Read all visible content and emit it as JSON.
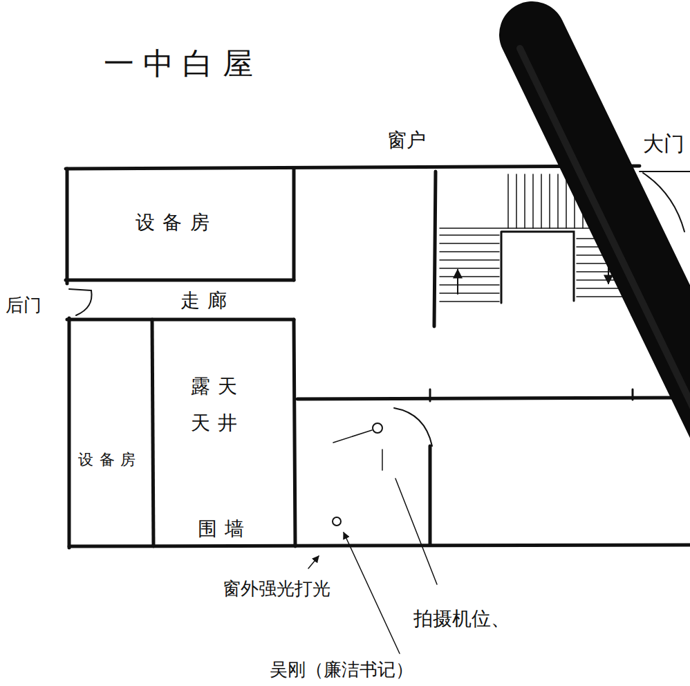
{
  "diagram": {
    "title": "一中白屋",
    "nodes": [
      {
        "text": [
          "设备房"
        ]
      },
      {
        "text": [
          "走廊"
        ]
      },
      {
        "text": [
          "露天 天井",
          "围墙"
        ]
      },
      {
        "text": [
          "设备房"
        ]
      }
    ],
    "labels": [
      "窗户",
      "大门",
      "后门",
      "窗外强光打光",
      "拍摄机位、",
      "吴刚（廉洁书记）"
    ]
  }
}
